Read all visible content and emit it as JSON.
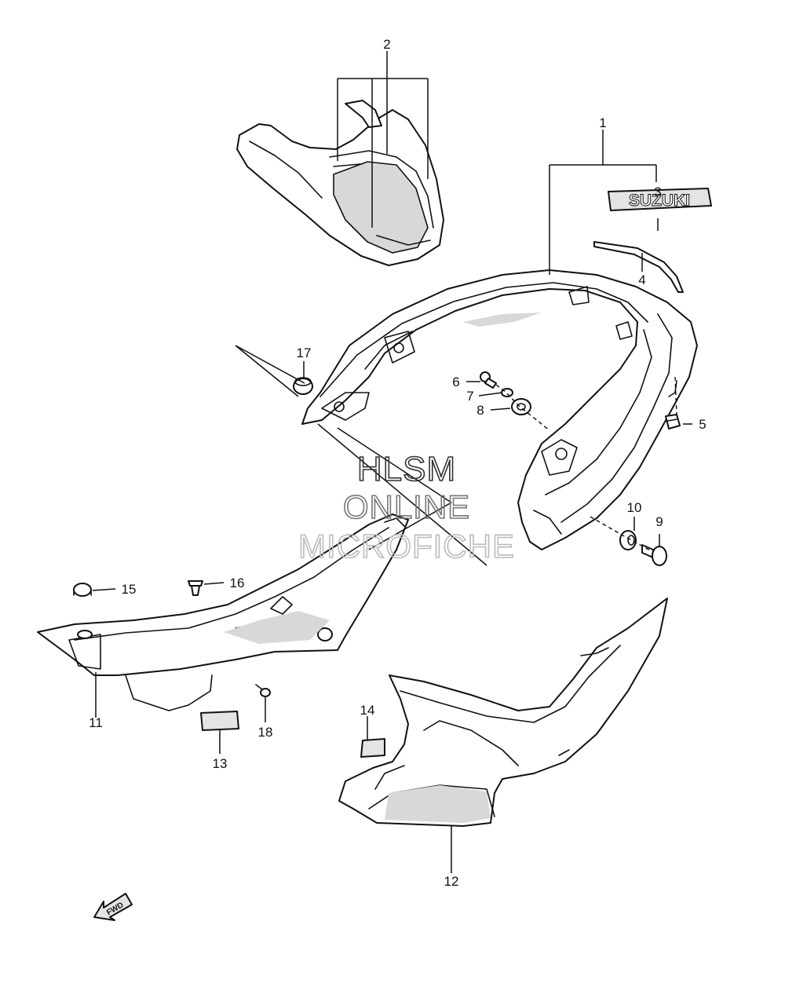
{
  "watermark": {
    "line1": "HLSM",
    "line2": "ONLINE",
    "line3": "MICROFICHE"
  },
  "emblem": {
    "text": "SUZUKI"
  },
  "fwd": {
    "label": "FWD"
  },
  "callouts": {
    "c1": "1",
    "c2": "2",
    "c3": "3",
    "c4": "4",
    "c5": "5",
    "c6": "6",
    "c7": "7",
    "c8": "8",
    "c9": "9",
    "c10": "10",
    "c11": "11",
    "c12": "12",
    "c13": "13",
    "c14": "14",
    "c15": "15",
    "c16": "16",
    "c17": "17",
    "c18": "18"
  }
}
